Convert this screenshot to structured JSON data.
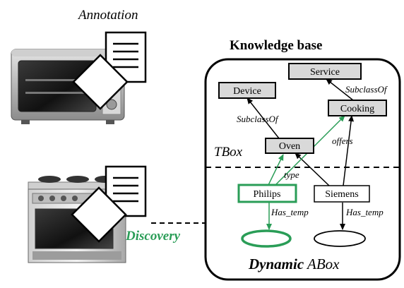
{
  "annotation_label": "Annotation",
  "kb_title": "Knowledge base",
  "tbox_label": "TBox",
  "discovery_label": "Discovery",
  "abox_bold": "Dynamic",
  "abox_rest": " ABox",
  "nodes": {
    "service": "Service",
    "device": "Device",
    "cooking": "Cooking",
    "oven": "Oven",
    "philips": "Philips",
    "siemens": "Siemens"
  },
  "edges": {
    "subclass_service": "SubclassOf",
    "subclass_device": "SubclassOf",
    "offers": "offers",
    "type": "type",
    "has_temp_philips": "Has_temp",
    "has_temp_siemens": "Has_temp"
  },
  "colors": {
    "accent_green": "#2a9d57",
    "node_fill": "#d9d9d9",
    "stroke": "#000000"
  },
  "icons": [
    "toaster-oven-image",
    "gas-stove-image",
    "annotation-document-icon"
  ]
}
